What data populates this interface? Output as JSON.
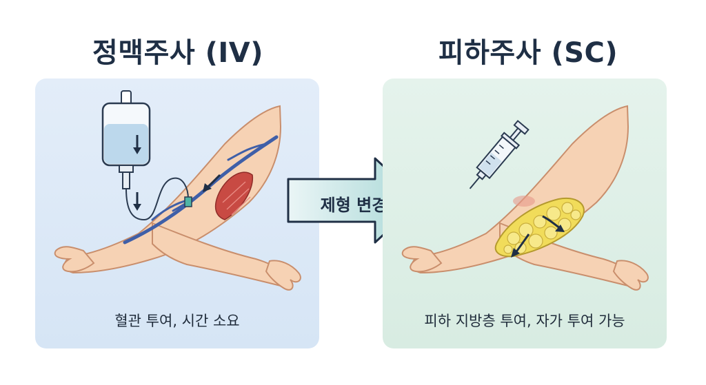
{
  "left": {
    "title": "정맥주사 (IV)",
    "caption": "혈관 투여, 시간 소요"
  },
  "right": {
    "title": "피하주사 (SC)",
    "caption": "피하 지방층 투여, 자가 투여 가능"
  },
  "transition": {
    "label": "제형 변경"
  },
  "colors": {
    "title": "#1f2f45",
    "iv_panel": "#dbe8f7",
    "sc_panel": "#dcefe5",
    "skin": "#f6d2b4",
    "skin_outline": "#c98e6c",
    "vein": "#3f5fa8",
    "muscle": "#c84a43",
    "fat": "#f1dc5a",
    "arrow": "#b7dedd"
  },
  "icons": [
    "iv-bag-icon",
    "syringe-icon",
    "flow-arrow-icon"
  ]
}
